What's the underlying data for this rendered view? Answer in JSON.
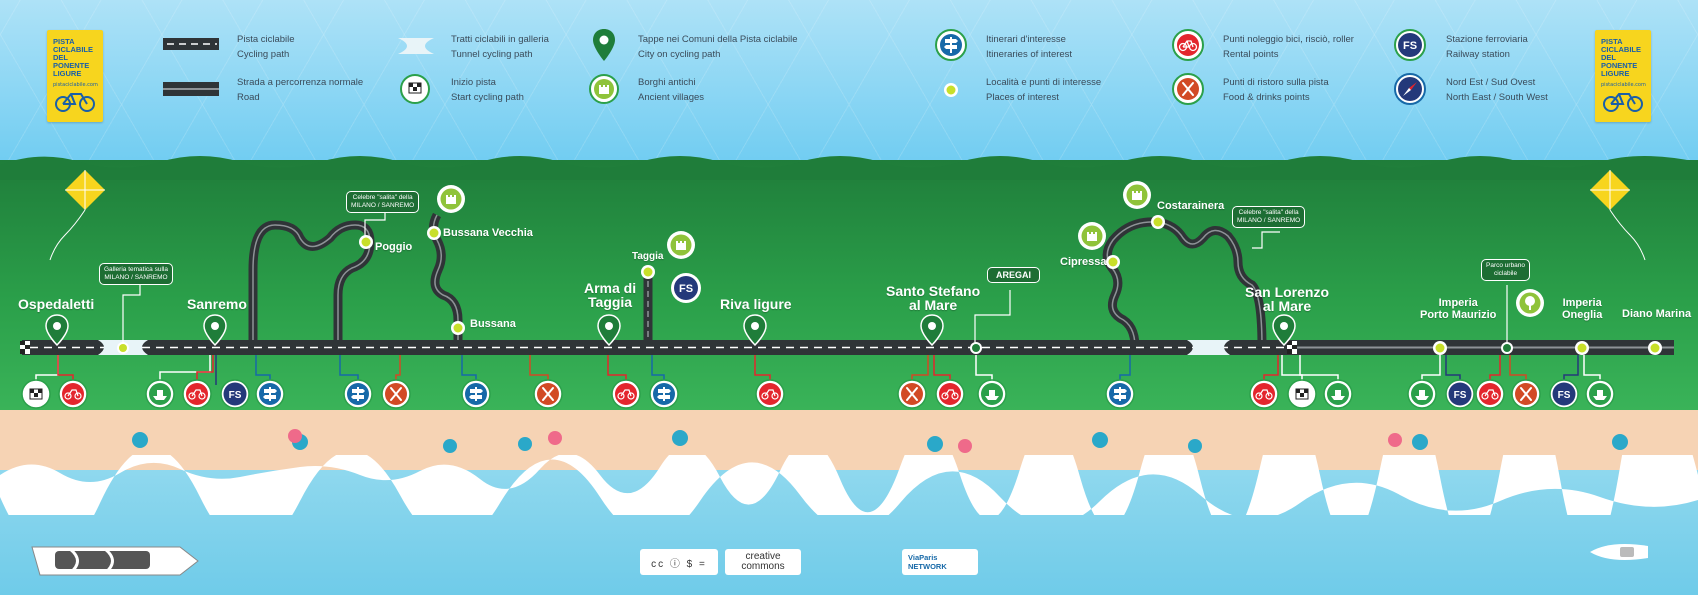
{
  "logo": {
    "left_lines": [
      "PISTA",
      "CICLABILE",
      "DEL PONENTE",
      "LIGURE"
    ],
    "left_url": "pistaciclabile.com",
    "right_lines": [
      "PISTA",
      "CICLABILE",
      "DEL PONENTE",
      "LIGURE"
    ],
    "right_url": "pistaciclabile.com"
  },
  "legend": [
    {
      "it": "Pista ciclabile",
      "en": "Cycling path",
      "icon": "cycling-path-icon"
    },
    {
      "it": "Strada a percorrenza normale",
      "en": "Road",
      "icon": "road-icon"
    },
    {
      "it": "Tratti ciclabili in galleria",
      "en": "Tunnel cycling path",
      "icon": "tunnel-icon"
    },
    {
      "it": "Inizio pista",
      "en": "Start cycling path",
      "icon": "start-flag-icon"
    },
    {
      "it": "Tappe nei Comuni della Pista ciclabile",
      "en": "City on cycling path",
      "icon": "map-pin-icon"
    },
    {
      "it": "Borghi antichi",
      "en": "Ancient villages",
      "icon": "castle-icon"
    },
    {
      "it": "Itinerari d'interesse",
      "en": "Itineraries of interest",
      "icon": "signpost-icon"
    },
    {
      "it": "Località e punti di interesse",
      "en": "Places of interest",
      "icon": "place-dot-icon"
    },
    {
      "it": "Punti noleggio bici, risciò, roller",
      "en": "Rental points",
      "icon": "bike-rental-icon"
    },
    {
      "it": "Punti di ristoro sulla pista",
      "en": "Food & drinks points",
      "icon": "food-icon"
    },
    {
      "it": "Stazione ferroviaria",
      "en": "Railway station",
      "icon": "railway-icon",
      "badge": "FS"
    },
    {
      "it": "Nord Est / Sud Ovest",
      "en": "North East / South West",
      "icon": "compass-icon"
    }
  ],
  "towns": {
    "ospedaletti": "Ospedaletti",
    "sanremo": "Sanremo",
    "poggio": "Poggio",
    "bussana_vecchia": "Bussana Vecchia",
    "bussana": "Bussana",
    "taggia": "Taggia",
    "arma_l1": "Arma di",
    "arma_l2": "Taggia",
    "riva": "Riva ligure",
    "santo_l1": "Santo Stefano",
    "santo_l2": "al Mare",
    "aregai": "AREGAI",
    "cipressa": "Cipressa",
    "costarainera": "Costarainera",
    "sanlorenzo_l1": "San Lorenzo",
    "sanlorenzo_l2": "al Mare",
    "imperia_pm_l1": "Imperia",
    "imperia_pm_l2": "Porto Maurizio",
    "imperia_on_l1": "Imperia",
    "imperia_on_l2": "Oneglia",
    "diano": "Diano Marina"
  },
  "callouts": {
    "galleria_l1": "Galleria tematica sulla",
    "galleria_l2": "MILANO / SANREMO",
    "salita1_l1": "Celebre \"salita\" della",
    "salita1_l2": "MILANO / SANREMO",
    "salita2_l1": "Celebre \"salita\" della",
    "salita2_l2": "MILANO / SANREMO",
    "parco_l1": "Parco urbano",
    "parco_l2": "ciclabile"
  },
  "footer": {
    "cc_text_1": "creative",
    "cc_text_2": "commons",
    "cc_symbols": "cc ⓘ $ =",
    "viaparis_1": "ViaParis",
    "viaparis_2": "NETWORK"
  },
  "fs_badge": "FS",
  "colors": {
    "grass": "#2ba04a",
    "road": "#2f3437",
    "rental": "#e3262d",
    "food": "#d24a25",
    "railway": "#24397a",
    "itinerary": "#1769a8",
    "place": "#c8df2a",
    "castle": "#8fc33a"
  }
}
